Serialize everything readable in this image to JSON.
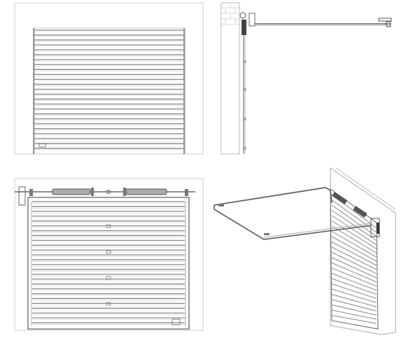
{
  "drawing": {
    "views": [
      "front-view-closed",
      "side-view",
      "front-view-inside",
      "isometric-view-open"
    ],
    "colors": {
      "line": "#555555",
      "light_line": "#bbbbbb",
      "frame": "#cccccc",
      "background": "#ffffff",
      "spring": "#888888"
    },
    "front_slat_count": 25,
    "inside_slat_count": 26
  }
}
